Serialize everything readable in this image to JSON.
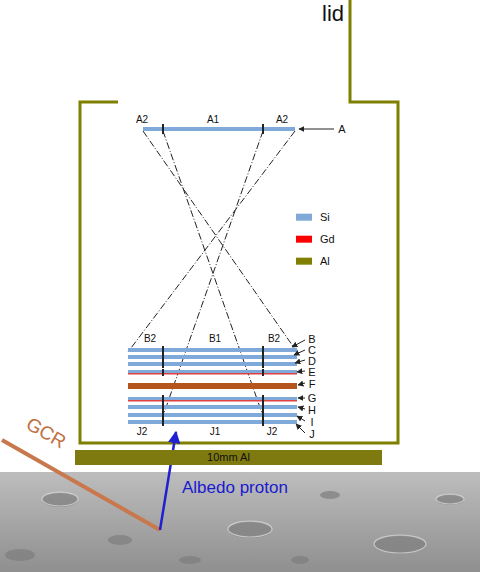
{
  "diagram": {
    "nodes": [
      {
        "text": [
          "10mm Al"
        ]
      }
    ],
    "labels": [
      "lid",
      "A2",
      "A1",
      "A2",
      "A",
      "B2",
      "B1",
      "B2",
      "B",
      "C",
      "D",
      "E",
      "F",
      "G",
      "H",
      "I",
      "J",
      "J2",
      "J1",
      "J2",
      "GCR",
      "Albedo proton"
    ],
    "legend": [
      {
        "text": "Si",
        "color": "#7fa9d9"
      },
      {
        "text": "Gd",
        "color": "#ff0000"
      },
      {
        "text": "Al",
        "color": "#7f7f00"
      }
    ]
  }
}
